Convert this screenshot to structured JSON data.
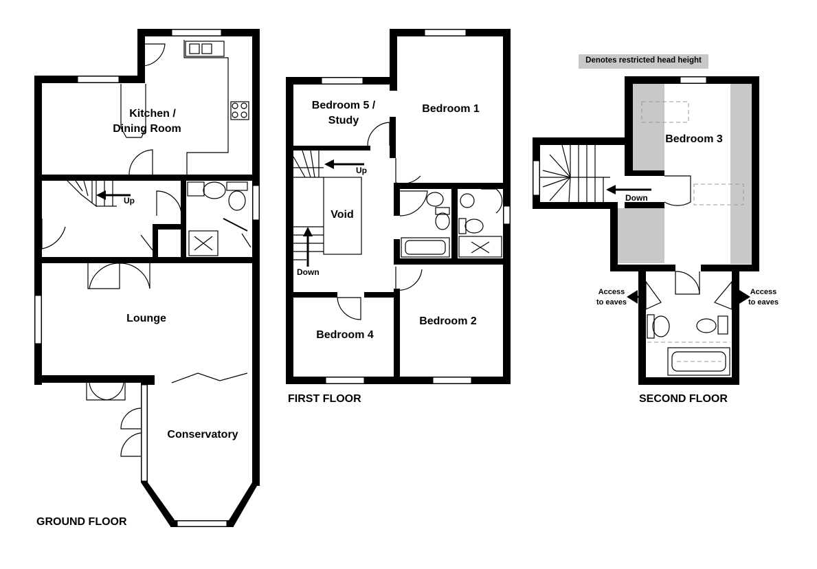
{
  "legend": {
    "text": "Denotes restricted head height",
    "color": "#c8c8c8"
  },
  "floors": {
    "ground": {
      "title": "GROUND FLOOR",
      "rooms": {
        "kitchen": "Kitchen /",
        "kitchen2": "Dining Room",
        "lounge": "Lounge",
        "conservatory": "Conservatory"
      },
      "stairs_label": "Up"
    },
    "first": {
      "title": "FIRST FLOOR",
      "rooms": {
        "bed5": "Bedroom 5 /",
        "bed5b": "Study",
        "bed1": "Bedroom 1",
        "void": "Void",
        "bed4": "Bedroom 4",
        "bed2": "Bedroom 2"
      },
      "stairs_up": "Up",
      "stairs_down": "Down"
    },
    "second": {
      "title": "SECOND FLOOR",
      "rooms": {
        "bed3": "Bedroom 3"
      },
      "stairs_down": "Down",
      "eaves_left": [
        "Access",
        "to eaves"
      ],
      "eaves_right": [
        "Access",
        "to eaves"
      ]
    }
  }
}
